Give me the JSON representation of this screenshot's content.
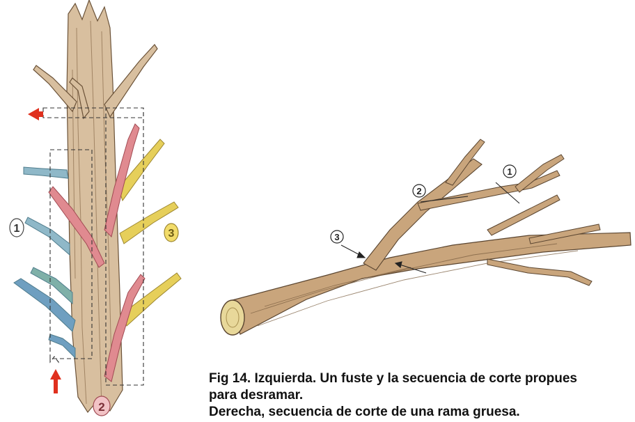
{
  "figure": {
    "caption_lines": [
      "Fig 14. Izquierda. Un fuste y la secuencia de corte propues",
      "para desramar.",
      "Derecha, secuencia de corte de una rama gruesa."
    ]
  },
  "left_diagram": {
    "labels": {
      "group1": "1",
      "group2": "2",
      "group3": "3"
    },
    "colors": {
      "group1": "#8fb8c8",
      "group2": "#e08a90",
      "group3": "#e6cf5a",
      "trunk": "#d4b899",
      "bark_line": "#6b5238",
      "arrow": "#e0301e"
    }
  },
  "right_diagram": {
    "labels": {
      "cut1": "1",
      "cut2": "2",
      "cut3": "3"
    },
    "colors": {
      "branch": "#c9a57c",
      "bark_line": "#5a4530",
      "cut_face": "#e8d89a"
    }
  }
}
